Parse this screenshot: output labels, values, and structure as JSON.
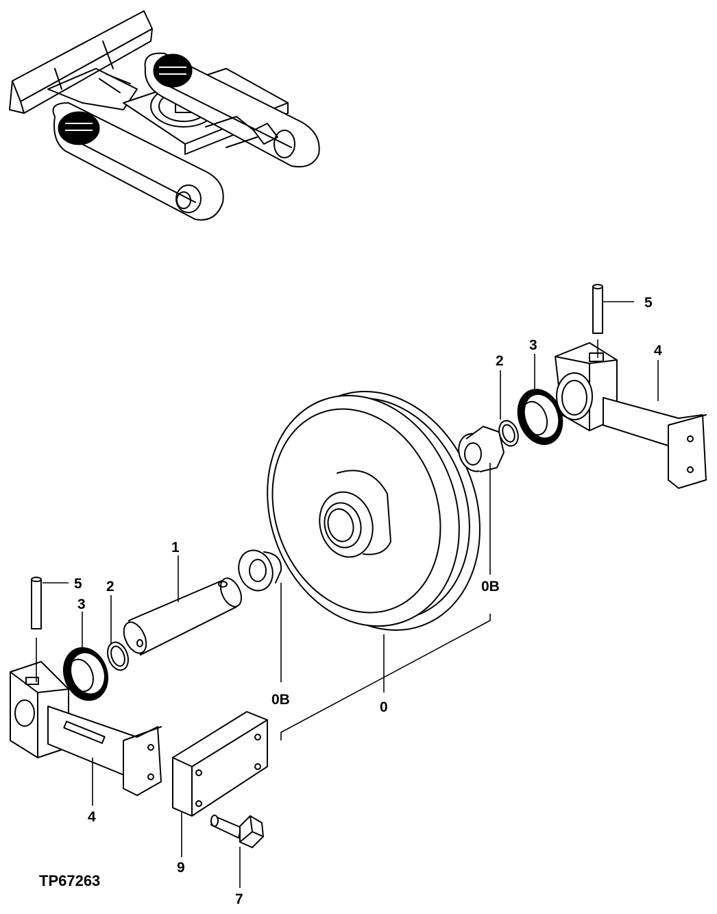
{
  "figure_code": "TP67263",
  "callouts": {
    "c0": "0",
    "c0b_left": "0B",
    "c0b_right": "0B",
    "c1": "1",
    "c2_left": "2",
    "c2_right": "2",
    "c3_left": "3",
    "c3_right": "3",
    "c4_left": "4",
    "c4_right": "4",
    "c5_left": "5",
    "c5_right": "5",
    "c7": "7",
    "c9": "9"
  }
}
